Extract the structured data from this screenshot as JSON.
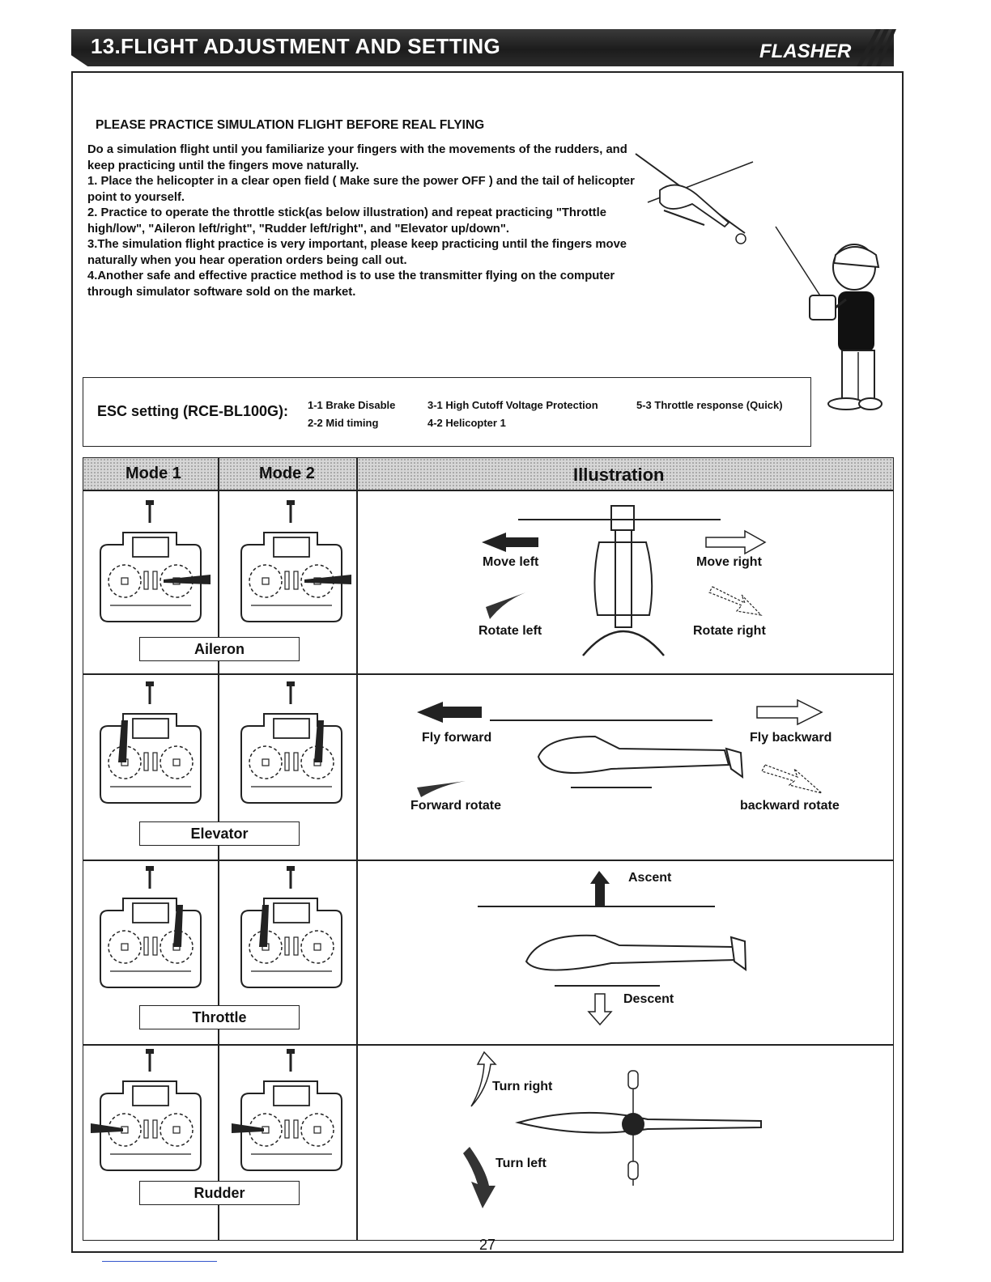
{
  "header": {
    "title": "13.FLIGHT ADJUSTMENT AND SETTING",
    "brand": "FLASHER"
  },
  "section_heading": "PLEASE PRACTICE SIMULATION FLIGHT BEFORE REAL FLYING",
  "instructions": {
    "intro": "Do a simulation flight until you familiarize your fingers with the movements of the rudders, and keep practicing until the fingers move naturally.",
    "step1": "1. Place the helicopter in a clear open field ( Make sure the power OFF ) and the tail of helicopter point to yourself.",
    "step2": "2. Practice to operate the throttle stick(as below illustration) and repeat practicing \"Throttle high/low\", \"Aileron left/right\", \"Rudder left/right\", and \"Elevator up/down\".",
    "step3": "3.The simulation flight practice is very important, please keep practicing until the fingers move naturally when you hear operation orders being call out.",
    "step4": "4.Another safe and effective practice method is to use the transmitter flying on the computer through simulator software sold on the market."
  },
  "esc": {
    "label": "ESC setting (RCE-BL100G):",
    "items": [
      "1-1 Brake Disable",
      "2-2 Mid timing",
      "3-1 High Cutoff Voltage Protection",
      "4-2 Helicopter 1",
      "5-3 Throttle response (Quick)"
    ]
  },
  "table": {
    "headers": {
      "mode1": "Mode 1",
      "mode2": "Mode 2",
      "illustration": "Illustration"
    },
    "rows": [
      {
        "control": "Aileron",
        "labels": [
          "Move left",
          "Move right",
          "Rotate left",
          "Rotate right"
        ]
      },
      {
        "control": "Elevator",
        "labels": [
          "Fly forward",
          "Fly backward",
          "Forward rotate",
          "backward rotate"
        ]
      },
      {
        "control": "Throttle",
        "labels": [
          "Ascent",
          "Descent"
        ]
      },
      {
        "control": "Rudder",
        "labels": [
          "Turn right",
          "Turn left"
        ]
      }
    ]
  },
  "page_number": "27"
}
